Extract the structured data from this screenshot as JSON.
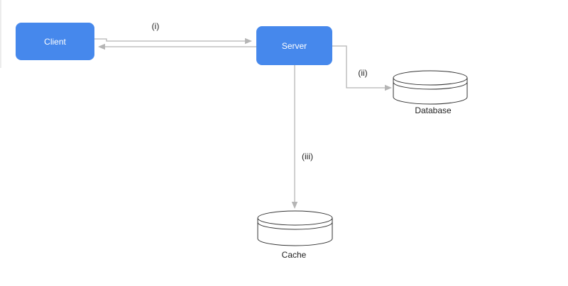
{
  "diagram": {
    "nodes": {
      "client": {
        "label": "Client"
      },
      "server": {
        "label": "Server"
      },
      "database": {
        "label": "Database"
      },
      "cache": {
        "label": "Cache"
      }
    },
    "edge_labels": {
      "client_server": "(i)",
      "server_database": "(ii)",
      "server_cache": "(iii)"
    },
    "colors": {
      "node_fill": "#4688EC",
      "node_text": "#ffffff",
      "connector": "#b5b5b5",
      "cylinder_stroke": "#333333",
      "label_text": "#222222",
      "canvas": "#ffffff"
    }
  }
}
